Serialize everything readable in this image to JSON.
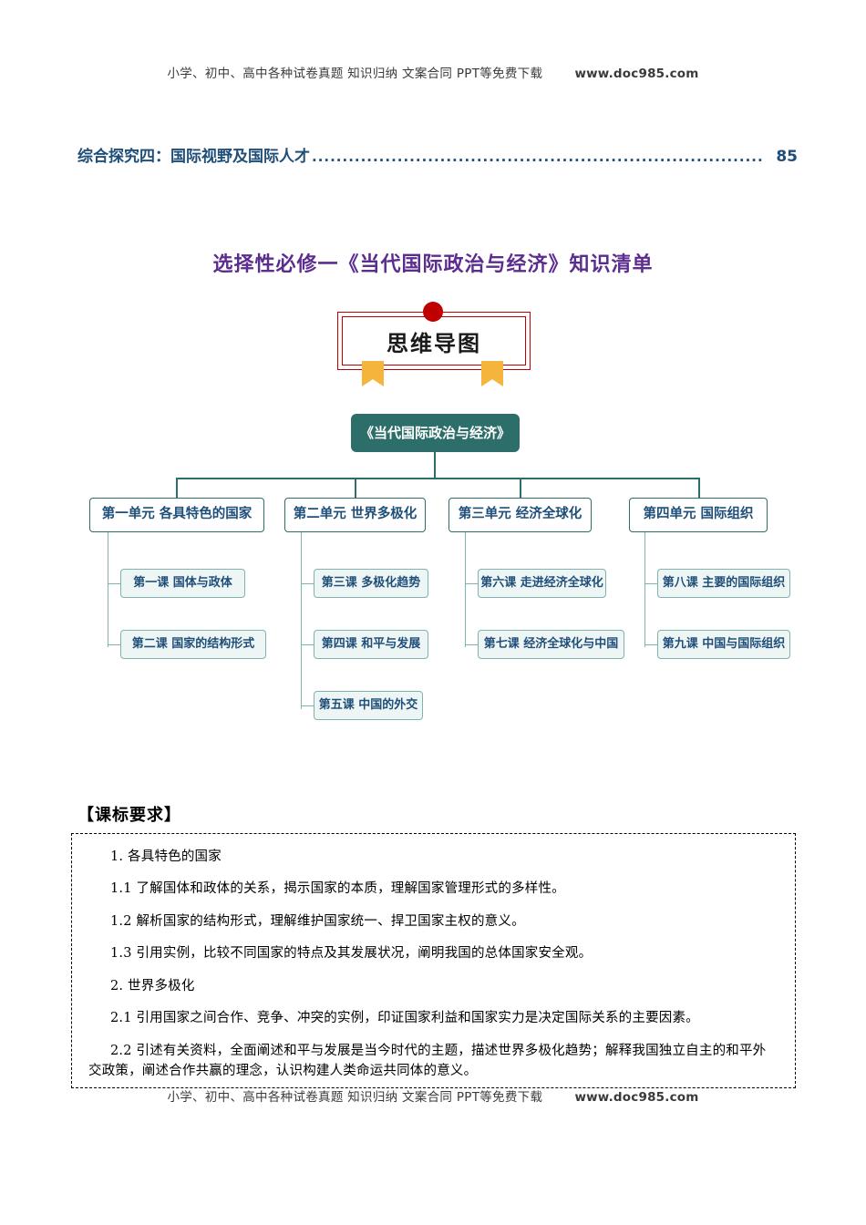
{
  "watermark": {
    "text": "小学、初中、高中各种试卷真题 知识归纳 文案合同 PPT等免费下载",
    "site": "www.doc985.com"
  },
  "toc": {
    "title": "综合探究四：国际视野及国际人才",
    "dots": "..........................................................................",
    "page": "85"
  },
  "main_heading": "选择性必修一《当代国际政治与经济》知识清单",
  "banner": {
    "text": "思维导图"
  },
  "mindmap": {
    "root": "《当代国际政治与经济》",
    "units": [
      {
        "label": "第一单元 各具特色的国家",
        "lessons": [
          "第一课 国体与政体",
          "第二课 国家的结构形式"
        ]
      },
      {
        "label": "第二单元 世界多极化",
        "lessons": [
          "第三课 多极化趋势",
          "第四课 和平与发展",
          "第五课 中国的外交"
        ]
      },
      {
        "label": "第三单元 经济全球化",
        "lessons": [
          "第六课 走进经济全球化",
          "第七课 经济全球化与中国"
        ]
      },
      {
        "label": "第四单元 国际组织",
        "lessons": [
          "第八课 主要的国际组织",
          "第九课 中国与国际组织"
        ]
      }
    ]
  },
  "requirements": {
    "title": "【课标要求】",
    "items": [
      "1. 各具特色的国家",
      "1.1 了解国体和政体的关系，揭示国家的本质，理解国家管理形式的多样性。",
      "1.2 解析国家的结构形式，理解维护国家统一、捍卫国家主权的意义。",
      "1.3 引用实例，比较不同国家的特点及其发展状况，阐明我国的总体国家安全观。",
      "2. 世界多极化",
      "2.1 引用国家之间合作、竞争、冲突的实例，印证国家利益和国家实力是决定国际关系的主要因素。",
      "2.2 引述有关资料，全面阐述和平与发展是当今时代的主题，描述世界多极化趋势；解释我国独立自主的和平外交政策，阐述合作共赢的理念，认识构建人类命运共同体的意义。"
    ]
  },
  "colors": {
    "toc_blue": "#1f4e79",
    "heading_purple": "#5b2d8e",
    "banner_red": "#c00000",
    "node_teal": "#2e6e6a",
    "ribbon_gold": "#f5b43c"
  }
}
